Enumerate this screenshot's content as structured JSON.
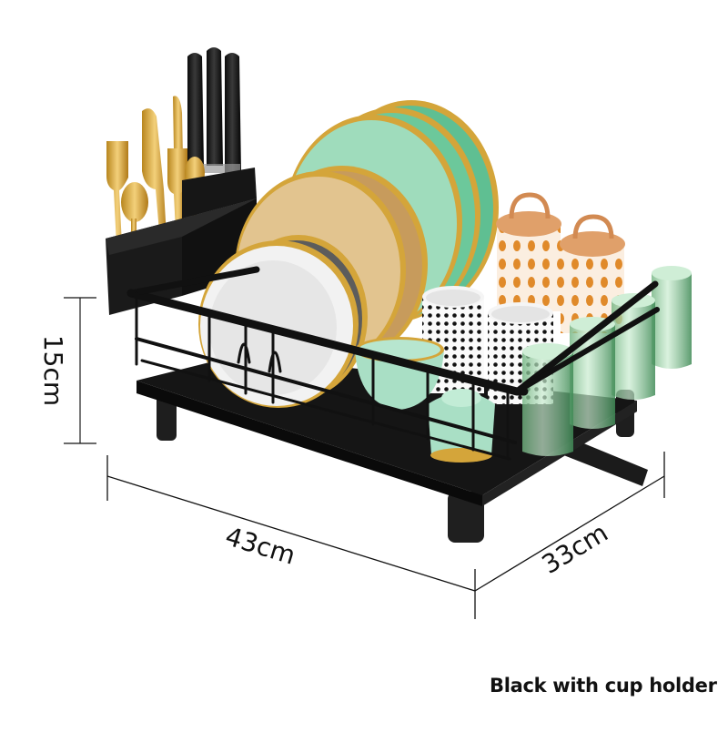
{
  "product": {
    "name": "Dish drying rack",
    "variant_caption": "Black with cup holder",
    "colors": {
      "rack": "#141414",
      "gold_trim": "#d4a53a",
      "plate_mint": "#9fdcbc",
      "plate_green": "#5fbf92",
      "plate_tan": "#e2c48f",
      "plate_grey": "#5c5c5c",
      "plate_white": "#f2f2f2",
      "canister_lid": "#e0a06a",
      "canister_dots": "#e08a2a",
      "glass": "#9fd4a8"
    },
    "items": [
      "gold cutlery",
      "black-handled knives",
      "plates",
      "bowls",
      "polka-dot mugs",
      "canisters",
      "drinking glasses"
    ]
  },
  "dimensions": {
    "height": "15cm",
    "width": "43cm",
    "depth": "33cm"
  }
}
